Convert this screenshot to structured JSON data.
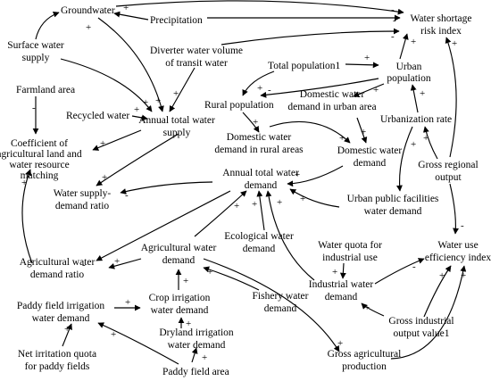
{
  "nodes": {
    "groundwater": "Groundwater",
    "precipitation": "Precipitation",
    "water_shortage_risk": [
      "Water shortage",
      "risk index"
    ],
    "surface_water": [
      "Surface water",
      "supply"
    ],
    "diverter": [
      "Diverter water volume",
      "of transit water"
    ],
    "total_population": "Total population1",
    "urban_population": [
      "Urban",
      "population"
    ],
    "farmland_area": "Farmland area",
    "rural_population": "Rural population",
    "domestic_urban": [
      "Domestic water",
      "demand in urban area"
    ],
    "recycled_water": "Recycled water",
    "annual_supply": [
      "Annual total water",
      "supply"
    ],
    "urbanization_rate": "Urbanization rate",
    "coefficient": [
      "Coefficient of",
      "agricultural land and",
      "water resource",
      "matching"
    ],
    "domestic_rural": [
      "Domestic water",
      "demand in rural areas"
    ],
    "domestic_demand": [
      "Domestic water",
      "demand"
    ],
    "annual_demand": [
      "Annual total water",
      "demand"
    ],
    "gross_regional": [
      "Gross regional",
      "output"
    ],
    "supply_demand_ratio": [
      "Water supply-",
      "demand ratio"
    ],
    "urban_public": [
      "Urban public facilities",
      "water demand"
    ],
    "ecological": [
      "Ecological water",
      "demand"
    ],
    "agri_demand": [
      "Agricultural water",
      "demand"
    ],
    "water_quota_industrial": [
      "Water quota for",
      "industrial use"
    ],
    "water_use_efficiency": [
      "Water use",
      "efficiency index"
    ],
    "agri_demand_ratio": [
      "Agricultural water",
      "demand ratio"
    ],
    "industrial_demand": [
      "Industrial water",
      "demand"
    ],
    "crop_irrigation": [
      "Crop irrigation",
      "water demand"
    ],
    "fishery": [
      "Fishery water",
      "demand"
    ],
    "paddy_irrigation": [
      "Paddy field irrigation",
      "water demand"
    ],
    "gross_industrial": [
      "Gross industrial",
      "output value1"
    ],
    "dryland": [
      "Dryland irrigation",
      "water demand"
    ],
    "net_quota": [
      "Net irritation quota",
      "for paddy fields"
    ],
    "paddy_area": "Paddy field area",
    "gross_agri": [
      "Gross agricultural",
      "production"
    ]
  },
  "links": [
    {
      "from": "precipitation",
      "to": "groundwater",
      "polarity": "+"
    },
    {
      "from": "precipitation",
      "to": "water_shortage_risk",
      "polarity": "-"
    },
    {
      "from": "groundwater",
      "to": "water_shortage_risk",
      "polarity": "-"
    },
    {
      "from": "groundwater",
      "to": "annual_supply",
      "polarity": "+"
    },
    {
      "from": "surface_water",
      "to": "groundwater",
      "polarity": "+"
    },
    {
      "from": "surface_water",
      "to": "annual_supply",
      "polarity": "+"
    },
    {
      "from": "diverter",
      "to": "annual_supply",
      "polarity": "+"
    },
    {
      "from": "diverter",
      "to": "water_shortage_risk",
      "polarity": "-"
    },
    {
      "from": "total_population",
      "to": "urban_population",
      "polarity": "+"
    },
    {
      "from": "total_population",
      "to": "rural_population",
      "polarity": "+"
    },
    {
      "from": "urban_population",
      "to": "rural_population",
      "polarity": "-"
    },
    {
      "from": "urban_population",
      "to": "domestic_urban",
      "polarity": "+"
    },
    {
      "from": "urban_population",
      "to": "water_shortage_risk",
      "polarity": "+"
    },
    {
      "from": "rural_population",
      "to": "domestic_rural",
      "polarity": "+"
    },
    {
      "from": "domestic_urban",
      "to": "domestic_demand",
      "polarity": "+"
    },
    {
      "from": "domestic_rural",
      "to": "domestic_demand",
      "polarity": "+"
    },
    {
      "from": "urbanization_rate",
      "to": "urban_population",
      "polarity": "+"
    },
    {
      "from": "urbanization_rate",
      "to": "urban_public",
      "polarity": "+"
    },
    {
      "from": "gross_regional",
      "to": "urbanization_rate",
      "polarity": "+"
    },
    {
      "from": "gross_regional",
      "to": "water_shortage_risk",
      "polarity": "+"
    },
    {
      "from": "gross_regional",
      "to": "water_use_efficiency",
      "polarity": "-"
    },
    {
      "from": "recycled_water",
      "to": "annual_supply",
      "polarity": "+"
    },
    {
      "from": "farmland_area",
      "to": "coefficient",
      "polarity": "-"
    },
    {
      "from": "annual_supply",
      "to": "coefficient",
      "polarity": "+"
    },
    {
      "from": "annual_supply",
      "to": "supply_demand_ratio",
      "polarity": "+"
    },
    {
      "from": "annual_demand",
      "to": "supply_demand_ratio",
      "polarity": "-"
    },
    {
      "from": "domestic_demand",
      "to": "annual_demand",
      "polarity": "+"
    },
    {
      "from": "urban_public",
      "to": "annual_demand",
      "polarity": "+"
    },
    {
      "from": "ecological",
      "to": "annual_demand",
      "polarity": "+"
    },
    {
      "from": "agri_demand",
      "to": "annual_demand",
      "polarity": "+"
    },
    {
      "from": "industrial_demand",
      "to": "annual_demand",
      "polarity": "+"
    },
    {
      "from": "agri_demand",
      "to": "agri_demand_ratio",
      "polarity": "+"
    },
    {
      "from": "agri_demand_ratio",
      "to": "coefficient",
      "polarity": "+"
    },
    {
      "from": "annual_demand",
      "to": "agri_demand_ratio",
      "polarity": "-"
    },
    {
      "from": "crop_irrigation",
      "to": "agri_demand",
      "polarity": "+"
    },
    {
      "from": "fishery",
      "to": "agri_demand",
      "polarity": "+"
    },
    {
      "from": "dryland",
      "to": "crop_irrigation",
      "polarity": "+"
    },
    {
      "from": "paddy_irrigation",
      "to": "crop_irrigation",
      "polarity": "+"
    },
    {
      "from": "net_quota",
      "to": "paddy_irrigation",
      "polarity": "+"
    },
    {
      "from": "paddy_area",
      "to": "paddy_irrigation",
      "polarity": "+"
    },
    {
      "from": "paddy_area",
      "to": "dryland",
      "polarity": "+"
    },
    {
      "from": "water_quota_industrial",
      "to": "industrial_demand",
      "polarity": "+"
    },
    {
      "from": "gross_industrial",
      "to": "industrial_demand",
      "polarity": "+"
    },
    {
      "from": "gross_industrial",
      "to": "water_use_efficiency",
      "polarity": "+"
    },
    {
      "from": "industrial_demand",
      "to": "water_use_efficiency",
      "polarity": "-"
    },
    {
      "from": "agri_demand",
      "to": "gross_agri",
      "polarity": "+"
    },
    {
      "from": "gross_agri",
      "to": "water_use_efficiency",
      "polarity": "+"
    }
  ]
}
